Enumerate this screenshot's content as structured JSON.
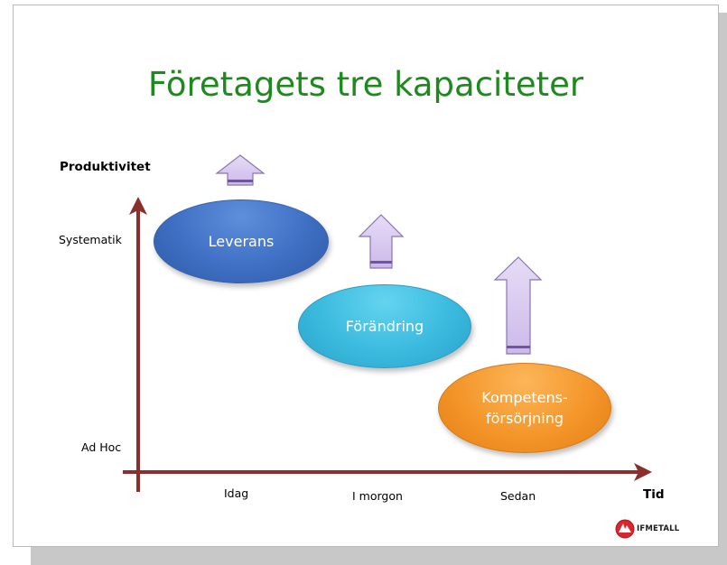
{
  "title": "Företagets tre kapaciteter",
  "axes": {
    "y_label": "Produktivitet",
    "x_label": "Tid",
    "y_levels": [
      "Systematik",
      "Ad Hoc"
    ],
    "x_levels": [
      "Idag",
      "I morgon",
      "Sedan"
    ]
  },
  "nodes": [
    {
      "label": "Leverans",
      "color": "#3f6fc3"
    },
    {
      "label": "Förändring",
      "color": "#3bbadf"
    },
    {
      "label_line1": "Kompetens-",
      "label_line2": "försörjning",
      "color": "#f4962a"
    }
  ],
  "arrows": {
    "color": "#d9c8f0",
    "stroke": "#7a5fa8"
  },
  "axis_color": "#8b2e2e",
  "logo": {
    "text": "IFMETALL",
    "color": "#d9262e"
  }
}
